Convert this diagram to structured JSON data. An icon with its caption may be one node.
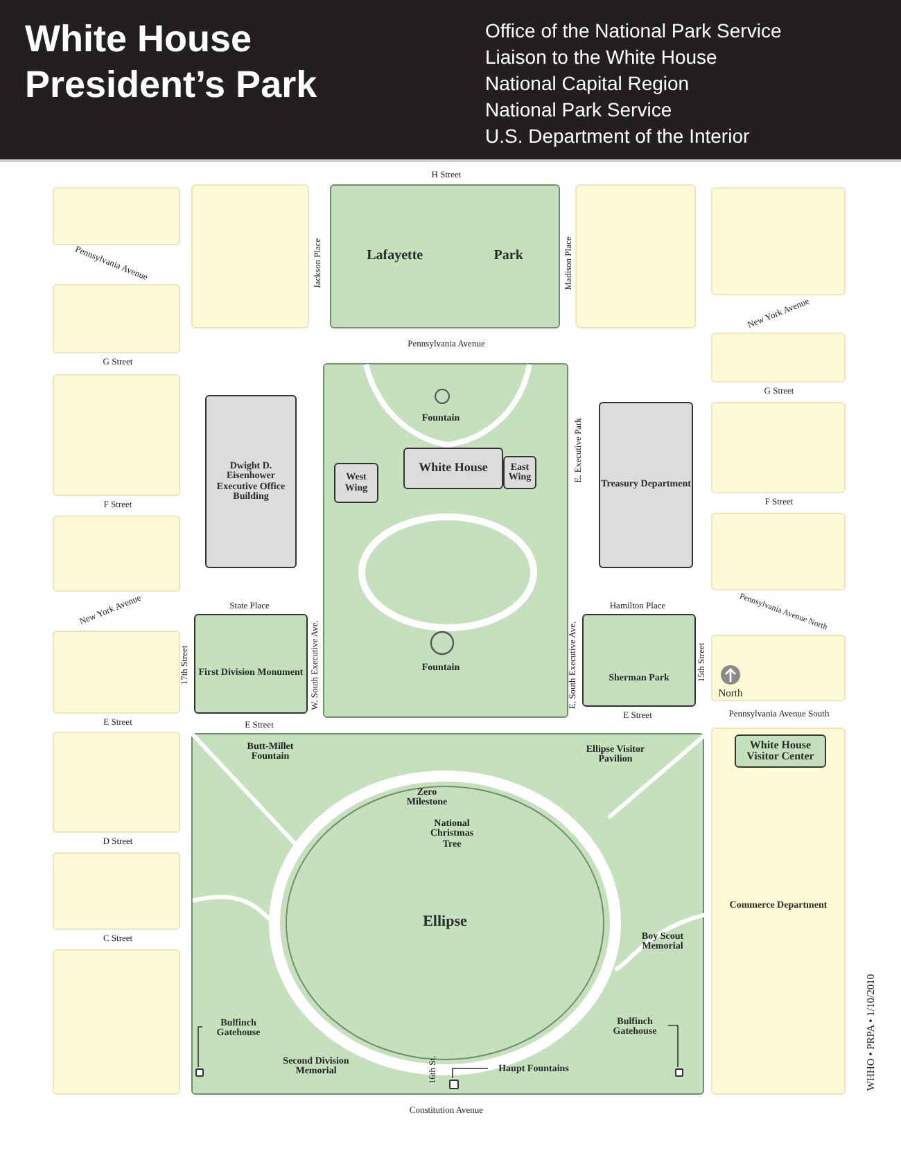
{
  "diagram": {
    "title": "White House President’s Park",
    "nodes": [
      {
        "text": [
          "Lafayette",
          "Park"
        ]
      },
      {
        "text": [],
        "shape": "box"
      },
      {
        "text": [
          "White House"
        ],
        "in": 1
      },
      {
        "text": [
          "West Wing"
        ],
        "in": 1
      },
      {
        "text": [
          "East Wing"
        ],
        "in": 1
      },
      {
        "text": [
          "Dwight D. Eisenhower Executive Office Building"
        ]
      },
      {
        "text": [
          "Treasury Department"
        ]
      },
      {
        "text": [
          "First Division Monument"
        ]
      },
      {
        "text": [
          "Sherman Park"
        ]
      },
      {
        "text": [],
        "shape": "box"
      },
      {
        "text": [
          "Ellipse"
        ],
        "in": 9
      },
      {
        "text": [
          "Bulfinch Gatehouse"
        ],
        "in": 9
      },
      {
        "text": [],
        "shape": "box",
        "in": 9
      },
      {
        "text": [
          "Bulfinch Gatehouse"
        ],
        "in": 9
      },
      {
        "text": [],
        "shape": "box",
        "in": 9
      },
      {
        "text": [
          "Haupt Fountains"
        ],
        "in": 9
      },
      {
        "text": [],
        "shape": "box",
        "in": 9
      },
      {
        "text": [
          "Commerce Department"
        ]
      },
      {
        "text": [
          "White House Visitor Center"
        ],
        "in": 17
      },
      {
        "text": [],
        "shape": "box"
      },
      {
        "text": [],
        "shape": "box"
      },
      {
        "text": [],
        "shape": "box"
      },
      {
        "text": [],
        "shape": "box"
      },
      {
        "text": [],
        "shape": "box"
      },
      {
        "text": [],
        "shape": "box"
      },
      {
        "text": [],
        "shape": "box"
      },
      {
        "text": [],
        "shape": "box"
      },
      {
        "text": [],
        "shape": "box"
      },
      {
        "text": [],
        "shape": "box"
      },
      {
        "text": [],
        "shape": "box"
      },
      {
        "text": [],
        "shape": "box"
      },
      {
        "text": [],
        "shape": "box"
      },
      {
        "text": [],
        "shape": "box"
      },
      {
        "text": [],
        "shape": "box"
      }
    ],
    "edges": [
      {
        "from": 11,
        "to": 12,
        "arrow": "none"
      },
      {
        "from": 13,
        "to": 14,
        "arrow": "none"
      },
      {
        "from": 15,
        "to": 16,
        "arrow": "none"
      }
    ],
    "labels": [
      "Office of the National Park Service",
      "Liaison to the White House",
      "National Capital Region",
      "National Park Service",
      "U.S. Department of the Interior",
      "H Street",
      "Jackson Place",
      "Madison Place",
      "Pennsylvania Avenue",
      "New York Avenue",
      "Pennsylvania Avenue",
      "G Street",
      "G Street",
      "Fountain",
      "E. Executive Park",
      "F Street",
      "F Street",
      "State Place",
      "New York Avenue",
      "Hamilton Place",
      "Pennsylvania Avenue North",
      "17th Street",
      "W. South Executive Ave.",
      "Fountain",
      "E. South Executive Ave.",
      "15th Street",
      "North",
      "E Street",
      "E Street",
      "E Street",
      "Pennsylvania Avenue South",
      "Butt-Millet Fountain",
      "Ellipse Visitor Pavilion",
      "Zero Milestone",
      "National Christmas Tree",
      "D Street",
      "C Street",
      "Boy Scout Memorial",
      "WHHO • PRPA • 1/10/2010",
      "Second Division Memorial",
      "16th St.",
      "Constitution Avenue"
    ]
  }
}
